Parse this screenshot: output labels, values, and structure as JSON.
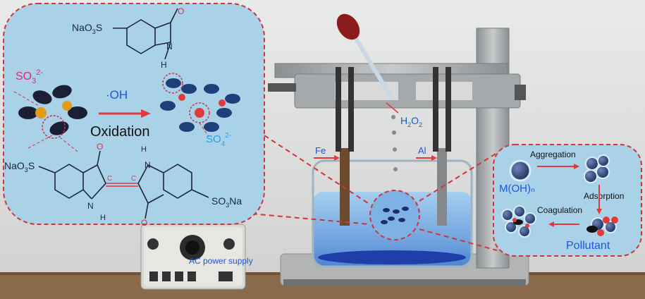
{
  "chemistry": {
    "naso3s_top": "NaO",
    "naso3s_top_sub": "3",
    "naso3s_top_s": "S",
    "so3_label": "SO",
    "so3_sub": "3",
    "so3_sup": "2-",
    "oh_label": "·OH",
    "oxidation_label": "Oxidation",
    "so4_label": "SO",
    "so4_sub": "4",
    "so4_sup": "2-",
    "naso3s_left": "NaO",
    "naso3s_left_sub": "3",
    "naso3s_left_s": "S",
    "so3na_right": "SO",
    "so3na_right_sub": "3",
    "so3na_right_na": "Na",
    "atom_n1": "N",
    "atom_n2": "N",
    "atom_n3": "N",
    "atom_h1": "H",
    "atom_h2": "H",
    "atom_h3": "H",
    "atom_o1": "O",
    "atom_o2": "O",
    "atom_o3": "O",
    "atom_c1": "C",
    "atom_c2": "C"
  },
  "apparatus": {
    "h2o2_label": "H",
    "h2o2_sub1": "2",
    "h2o2_o": "O",
    "h2o2_sub2": "2",
    "fe_label": "Fe",
    "al_label": "Al",
    "power_label": "AC power supply"
  },
  "process": {
    "aggregation_label": "Aggregation",
    "moh_label": "M(OH)ₙ",
    "adsorption_label": "Adsorption",
    "coagulation_label": "Coagulation",
    "pollutant_label": "Pollutant"
  },
  "colors": {
    "panel_fill": "#a9d2e8",
    "panel_stroke": "#d0353a",
    "accent_blue": "#1f56d6",
    "magenta": "#e0287a",
    "light_blue": "#22a3f2",
    "red": "#e03a3a"
  }
}
